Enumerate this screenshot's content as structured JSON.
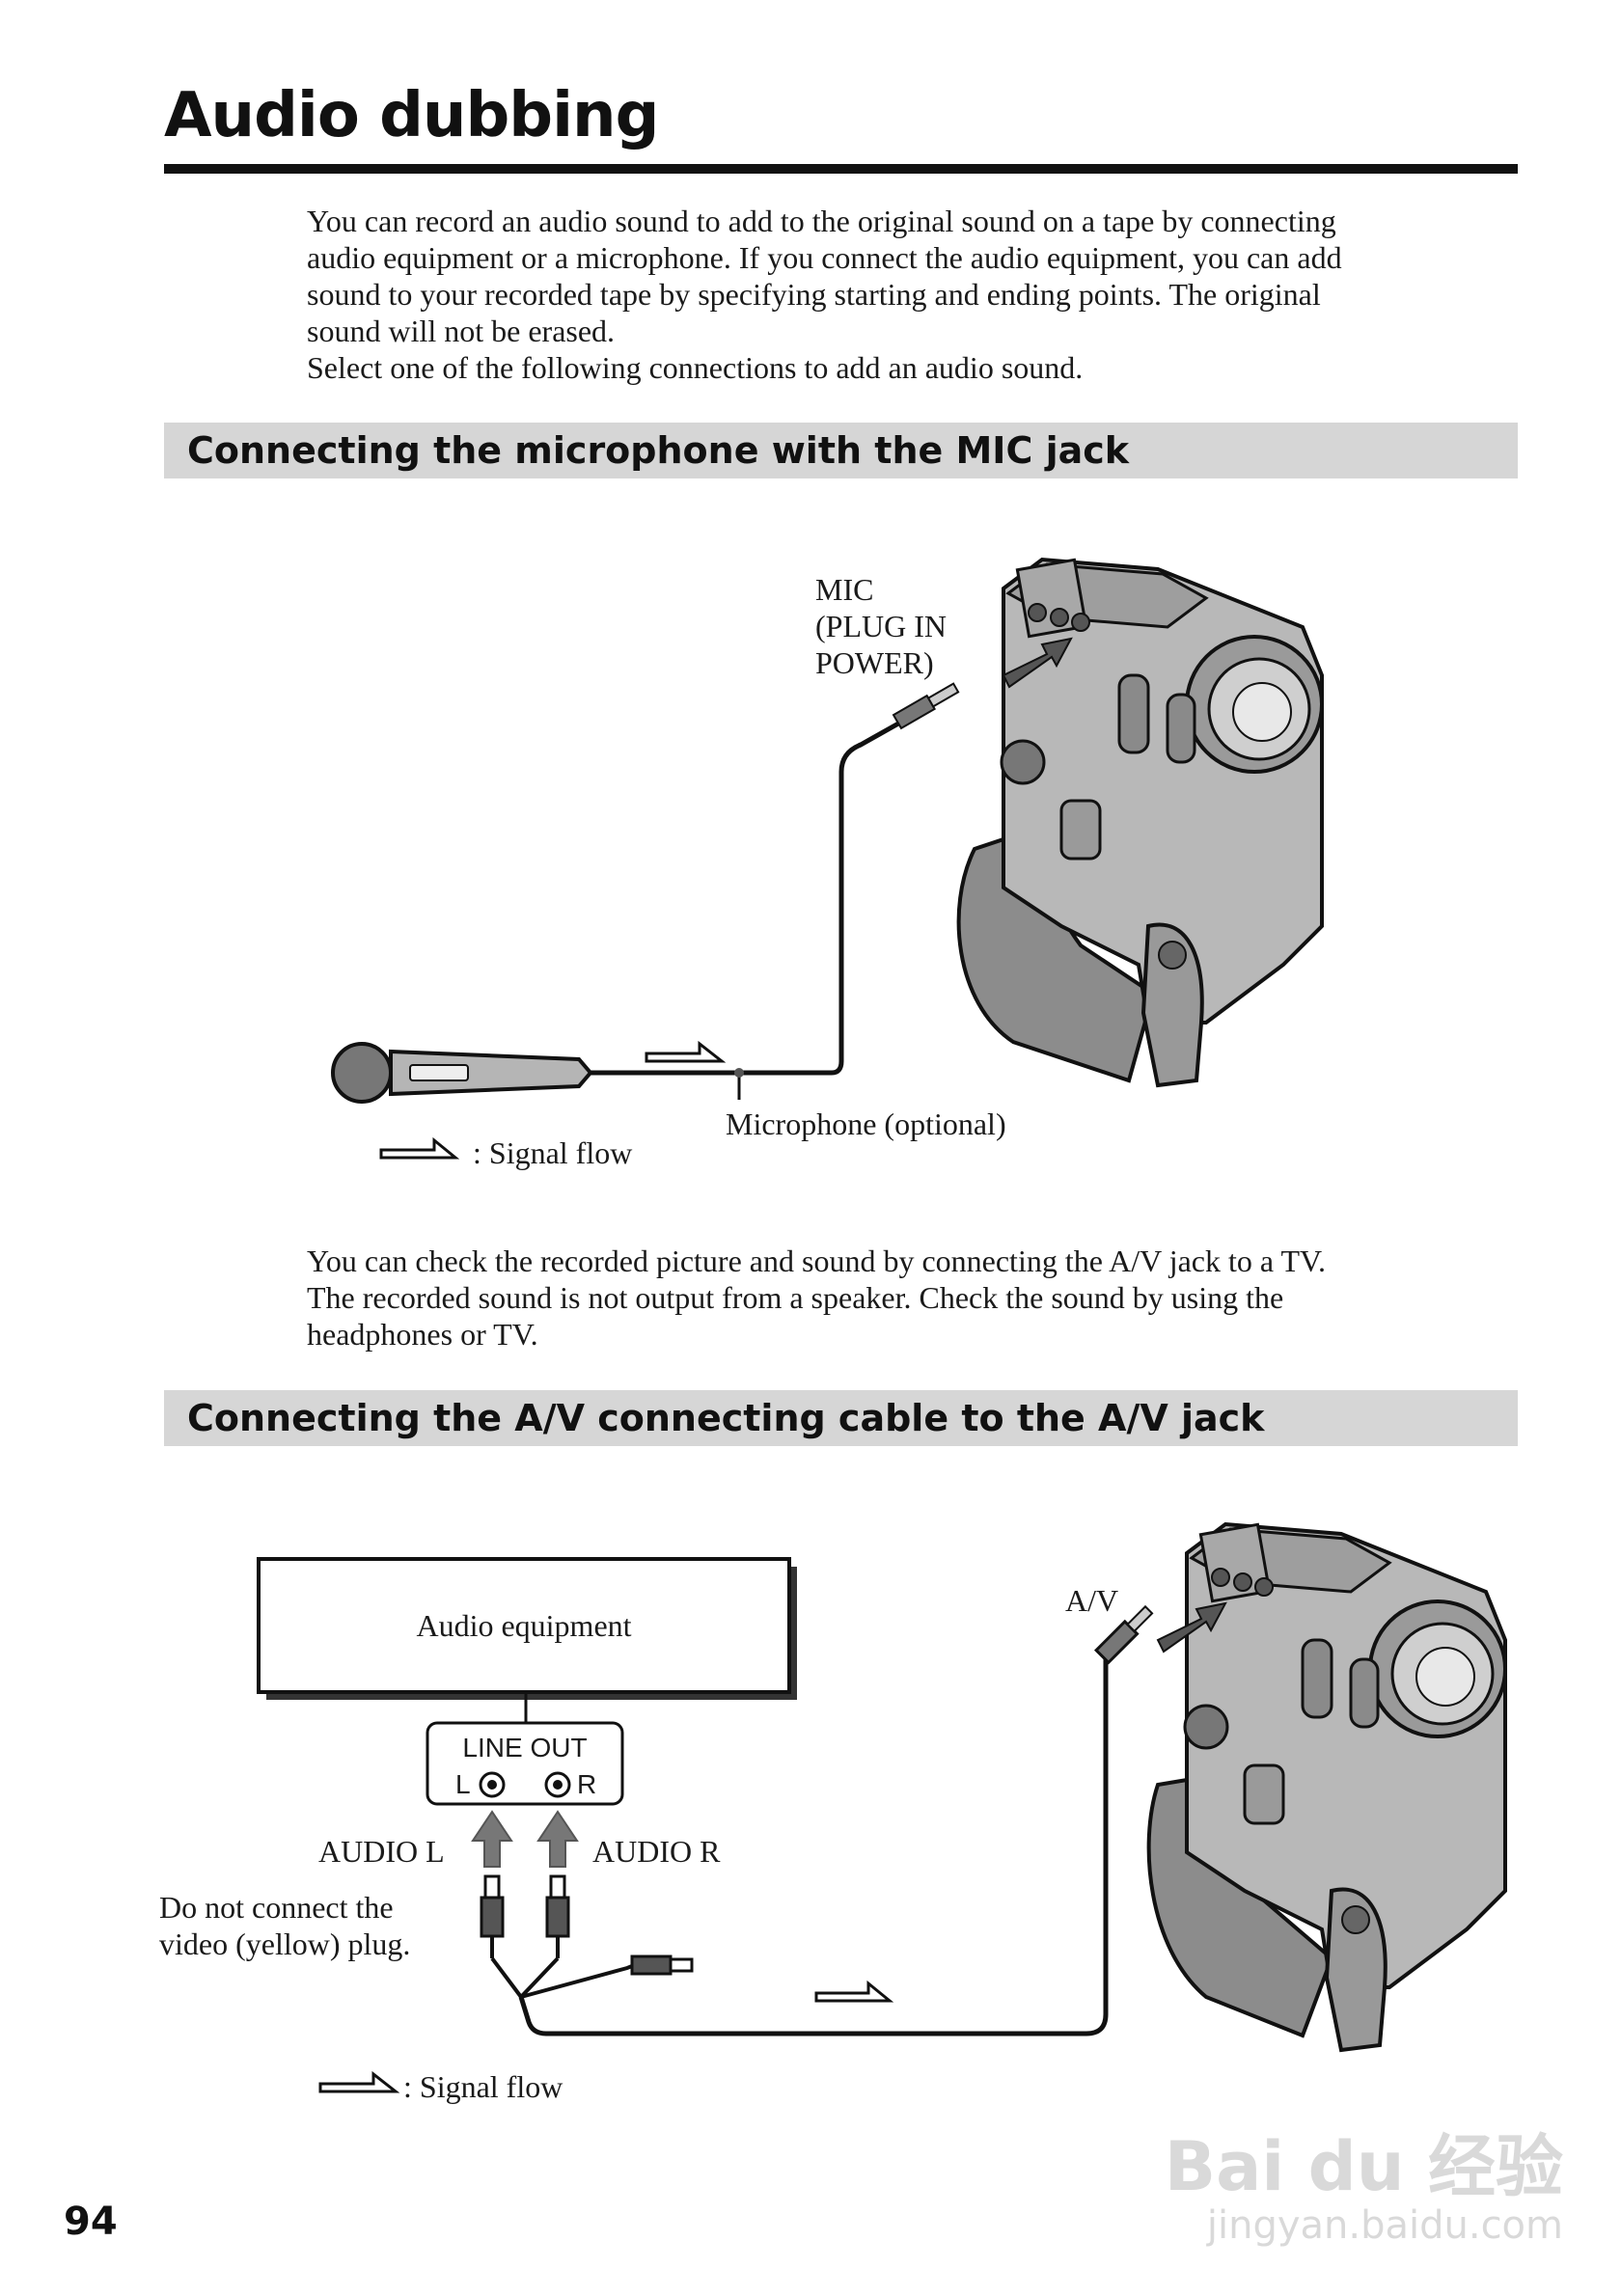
{
  "page": {
    "title": "Audio dubbing",
    "page_number": "94"
  },
  "intro": {
    "lines": [
      "You can record an audio sound to add to the original sound on a tape by connecting",
      "audio equipment or a microphone. If you connect the audio equipment, you can add",
      "sound to your recorded tape by specifying starting and ending points. The original",
      "sound will not be erased.",
      "Select one of the following connections to add an audio sound."
    ]
  },
  "section1": {
    "heading": "Connecting the microphone with the MIC jack",
    "figure": {
      "mic_jack_label": [
        "MIC",
        "(PLUG IN",
        "POWER)"
      ],
      "microphone_label": "Microphone (optional)",
      "legend": ": Signal flow"
    },
    "after_text": [
      "You can check the recorded picture and sound by connecting the A/V jack to a TV.",
      "The recorded sound is not output from a speaker. Check the sound by using the",
      "headphones or TV."
    ]
  },
  "section2": {
    "heading": "Connecting the A/V connecting cable to the A/V jack",
    "figure": {
      "device_label": "Audio equipment",
      "line_out": "LINE OUT",
      "left": "L",
      "right": "R",
      "audio_l": "AUDIO L",
      "audio_r": "AUDIO R",
      "av_label": "A/V",
      "note": [
        "Do not connect the",
        "video (yellow) plug."
      ],
      "legend": ": Signal flow"
    }
  },
  "watermark": {
    "main": "Bai du 经验",
    "sub": "jingyan.baidu.com"
  },
  "colors": {
    "section_bar": "#d6d6d6",
    "camera_body": "#b3b3b3",
    "text": "#111111"
  }
}
